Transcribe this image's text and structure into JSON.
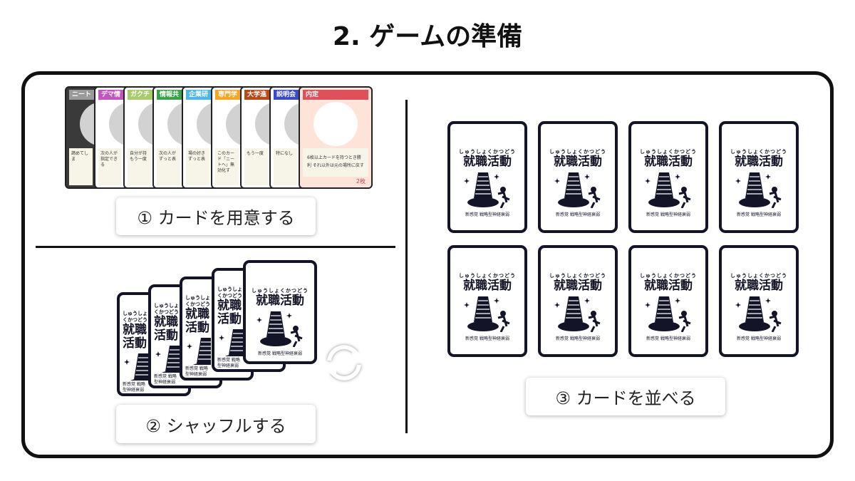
{
  "title": "2. ゲームの準備",
  "steps": {
    "prepare": "① カードを用意する",
    "shuffle": "② シャッフルする",
    "arrange": "③ カードを並べる"
  },
  "card_back": {
    "ruby": "しゅうしょくかつどう",
    "name": "就職活動",
    "subtitle": "新感覚 戦略型神経衰弱"
  },
  "front_cards": [
    {
      "label": "ニート",
      "color": "#9a9a9a",
      "text": "諦めてしま"
    },
    {
      "label": "デマ情",
      "color": "#c455c0",
      "text": "次の人が 指定できる"
    },
    {
      "label": "ガクチ",
      "color": "#a8cc6a",
      "text": "自分が持 もう一度"
    },
    {
      "label": "情報共",
      "color": "#3aa34a",
      "text": "次の人が ずっと表"
    },
    {
      "label": "企業研",
      "color": "#4ab8e8",
      "text": "場の好き ずっと表"
    },
    {
      "label": "専門学",
      "color": "#f5a623",
      "text": "このカード「ニートへ」無効化す"
    },
    {
      "label": "大学進",
      "color": "#b84a1a",
      "text": "もう一度"
    },
    {
      "label": "説明会",
      "color": "#3a4ad0",
      "text": "特になし"
    },
    {
      "label": "内定",
      "color": "#e0505a",
      "text": "6枚以上カードを持つとき勝利 それ以外は元の場所に戻す",
      "count": "2枚"
    }
  ]
}
